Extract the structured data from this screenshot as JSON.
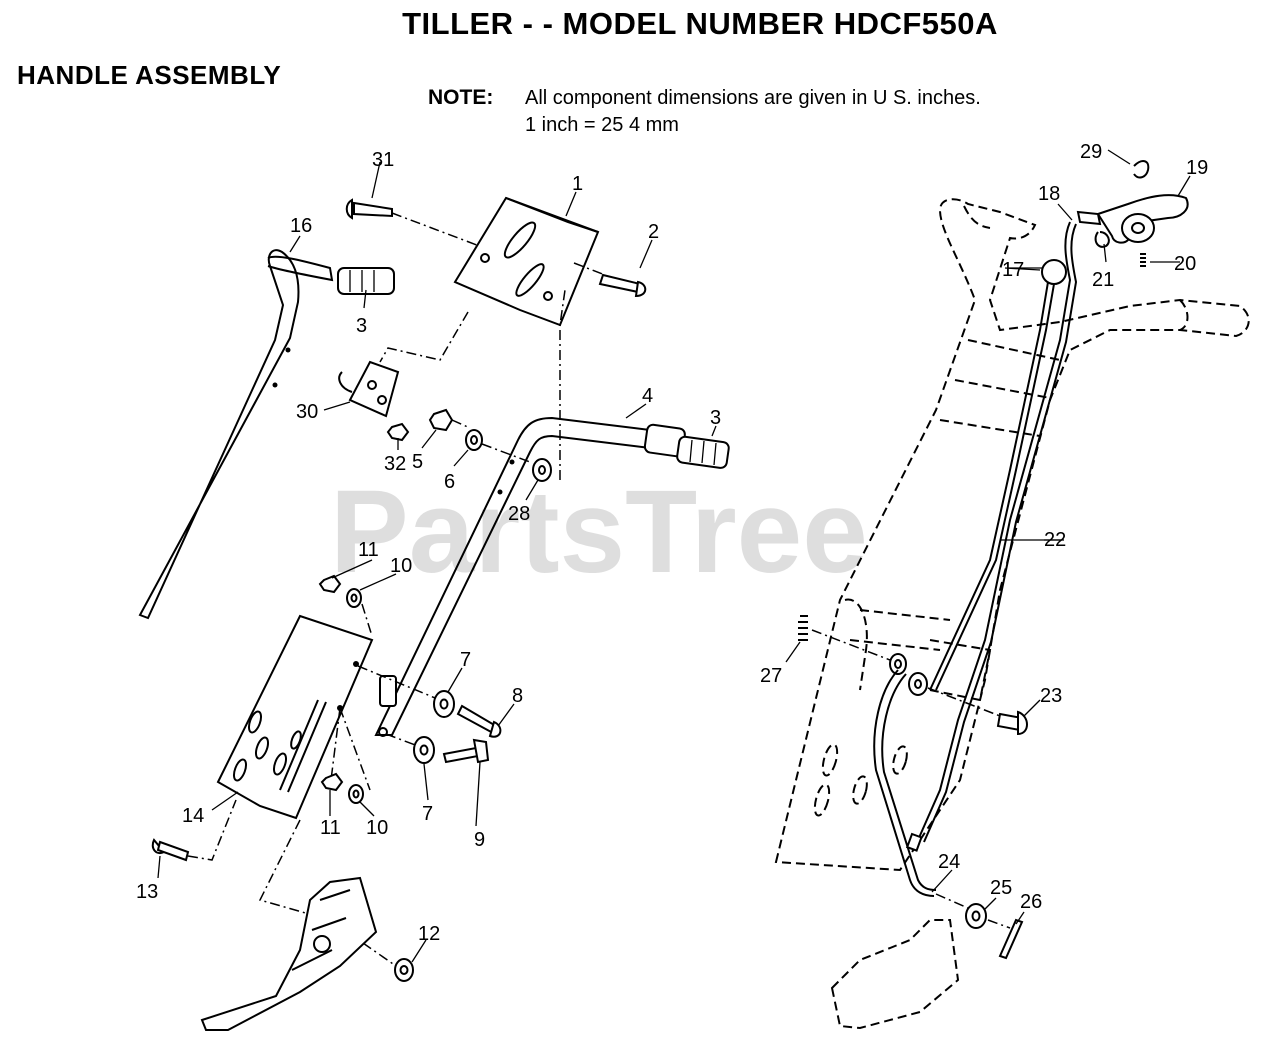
{
  "header": {
    "title": "TILLER - - MODEL NUMBER HDCF550A",
    "section": "HANDLE ASSEMBLY",
    "note_label": "NOTE:",
    "note_line1": "All component dimensions are given in U S. inches.",
    "note_line2": "1 inch = 25 4 mm"
  },
  "watermark": "PartsTree",
  "callouts": {
    "c1": "1",
    "c2": "2",
    "c3a": "3",
    "c3b": "3",
    "c4": "4",
    "c5": "5",
    "c6": "6",
    "c7a": "7",
    "c7b": "7",
    "c8": "8",
    "c9": "9",
    "c10a": "10",
    "c10b": "10",
    "c11a": "11",
    "c11b": "11",
    "c12": "12",
    "c13": "13",
    "c14": "14",
    "c16": "16",
    "c17": "17",
    "c18": "18",
    "c19": "19",
    "c20": "20",
    "c21": "21",
    "c22": "22",
    "c23": "23",
    "c24": "24",
    "c25": "25",
    "c26": "26",
    "c27": "27",
    "c28": "28",
    "c29": "29",
    "c30": "30",
    "c31": "31",
    "c32": "32"
  }
}
